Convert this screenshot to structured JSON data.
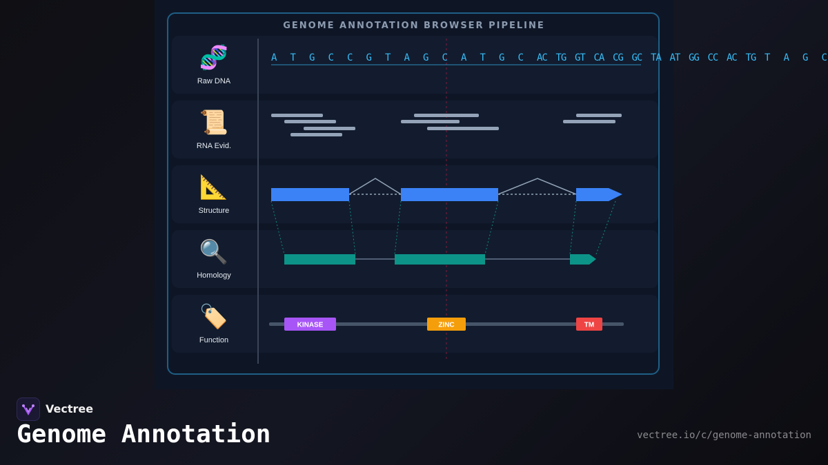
{
  "diagram": {
    "title": "GENOME ANNOTATION BROWSER PIPELINE",
    "tracks": [
      {
        "id": "raw-dna",
        "icon": "dna-icon",
        "glyph": "🧬",
        "label": "Raw DNA"
      },
      {
        "id": "rna-evidence",
        "icon": "scroll-icon",
        "glyph": "📜",
        "label": "RNA Evid."
      },
      {
        "id": "structure",
        "icon": "triangular-ruler-icon",
        "glyph": "📐",
        "label": "Structure"
      },
      {
        "id": "homology",
        "icon": "magnifier-icon",
        "glyph": "🔍",
        "label": "Homology"
      },
      {
        "id": "function",
        "icon": "tag-icon",
        "glyph": "🏷️",
        "label": "Function"
      }
    ],
    "sequence": [
      "A",
      "T",
      "G",
      "C",
      "C",
      "G",
      "T",
      "A",
      "G",
      "C",
      "A",
      "T",
      "G",
      "C",
      "AC",
      "TG",
      "GT",
      "CA",
      "CG",
      "GC",
      "TA",
      "AT",
      "GG",
      "CC",
      "AC",
      "TG",
      "T",
      "A",
      "G",
      "C"
    ],
    "domains": [
      {
        "label": "KINASE",
        "color": "#a855f7"
      },
      {
        "label": "ZINC",
        "color": "#f59e0b"
      },
      {
        "label": "TM",
        "color": "#ef4444"
      }
    ],
    "colors": {
      "sequence": "#38bdf8",
      "exon": "#3b82f6",
      "homology": "#0d9488",
      "reads": "#94a3b8",
      "cursor": "#e11d48",
      "frame": "#1f5f86"
    }
  },
  "footer": {
    "brand": "Vectree",
    "headline": "Genome Annotation",
    "url": "vectree.io/c/genome-annotation"
  }
}
